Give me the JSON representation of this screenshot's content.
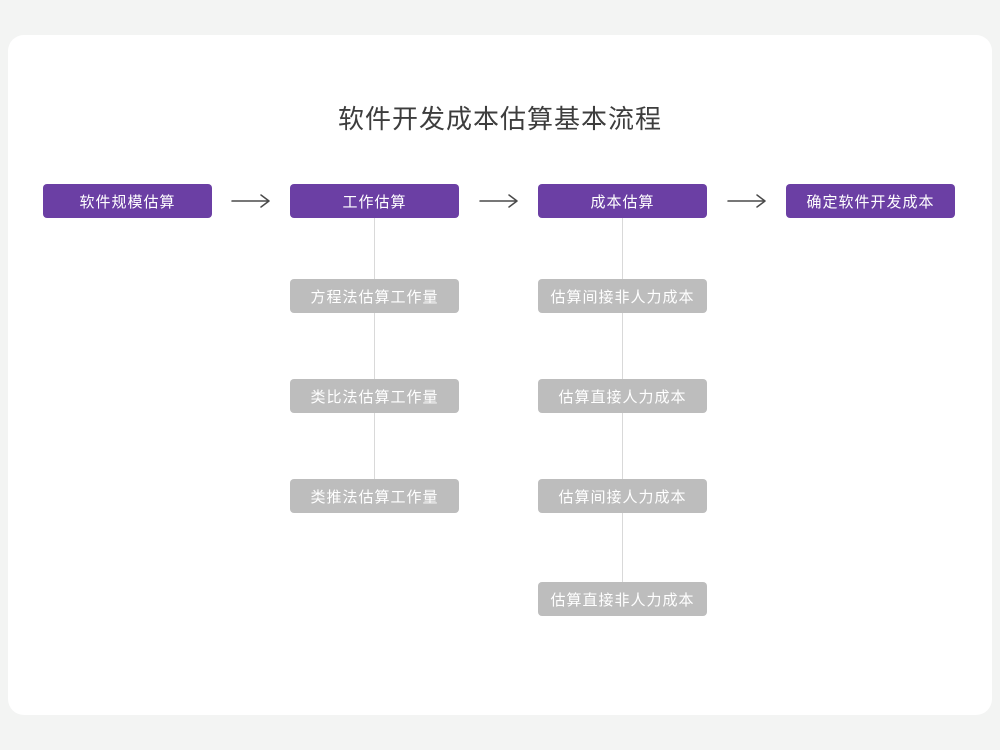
{
  "page": {
    "title": "软件开发成本估算基本流程"
  },
  "colors": {
    "primary_purple": "#6b3fa4",
    "secondary_gray": "#bdbdbd",
    "card_background": "#ffffff",
    "page_background": "#f3f4f3",
    "connector_line": "#d9d9d9",
    "arrow": "#4a4a4a",
    "title_text": "#3d3d3d"
  },
  "icons": {
    "connector_arrow": "arrow-right-icon"
  },
  "flow": {
    "main_nodes": [
      {
        "label": "软件规模估算"
      },
      {
        "label": "工作估算"
      },
      {
        "label": "成本估算"
      },
      {
        "label": "确定软件开发成本"
      }
    ],
    "branches": [
      {
        "parent": "工作估算",
        "children": [
          "方程法估算工作量",
          "类比法估算工作量",
          "类推法估算工作量"
        ]
      },
      {
        "parent": "成本估算",
        "children": [
          "估算间接非人力成本",
          "估算直接人力成本",
          "估算间接人力成本",
          "估算直接非人力成本"
        ]
      }
    ]
  }
}
